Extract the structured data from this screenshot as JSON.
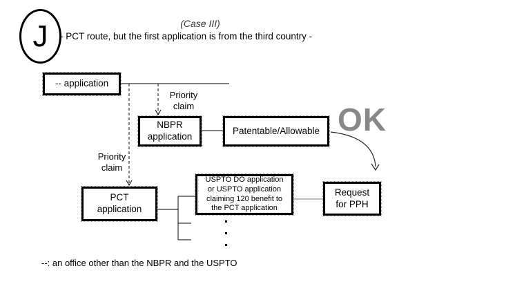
{
  "header": {
    "badge_letter": "J",
    "case_label": "(Case III)",
    "subtitle": "- PCT route, but the first application is from the third country -"
  },
  "boxes": {
    "application": {
      "label": "-- application"
    },
    "nbpr": {
      "lines": [
        "NBPR",
        "application"
      ]
    },
    "patentable": {
      "label": "Patentable/Allowable"
    },
    "pct": {
      "lines": [
        "PCT",
        "application"
      ]
    },
    "uspto": {
      "lines": [
        "USPTO DO application",
        "or USPTO application",
        "claiming 120 benefit to",
        "the PCT application"
      ]
    },
    "request": {
      "lines": [
        "Request",
        "for PPH"
      ]
    }
  },
  "labels": {
    "priority_claim_top": {
      "line1": "Priority",
      "line2": "claim"
    },
    "priority_claim_left": {
      "line1": "Priority",
      "line2": "claim"
    },
    "ok": "OK"
  },
  "legend": {
    "text": "--:  an office other than the NBPR and the USPTO"
  },
  "colors": {
    "line": "#000000",
    "ok_gray": "#888888",
    "connector_gray": "#777777",
    "background": "#ffffff"
  }
}
